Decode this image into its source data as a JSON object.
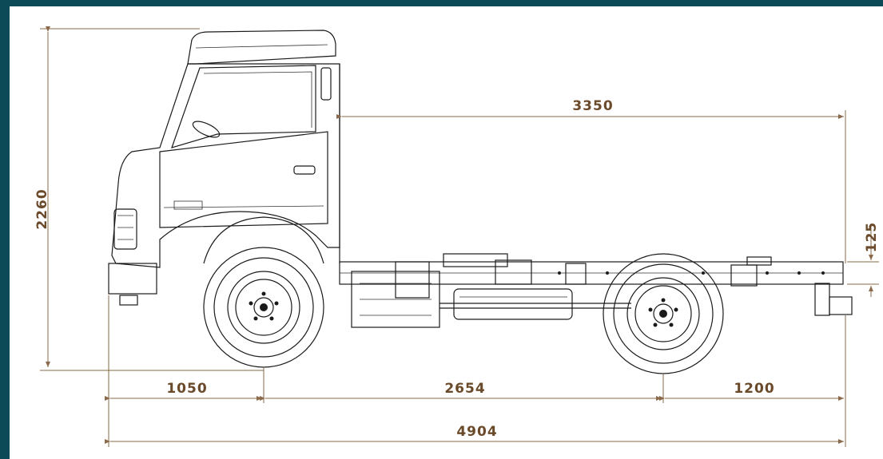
{
  "dimensions": {
    "overall_height": "2260",
    "cab_to_end": "3350",
    "frame_height": "125",
    "front_overhang": "1050",
    "wheelbase": "2654",
    "rear_overhang": "1200",
    "overall_length": "4904"
  },
  "colors": {
    "background": "#0d4a57",
    "canvas": "#ffffff",
    "dimension_line": "#8a6a4a",
    "dimension_text": "#6a4a2a",
    "drawing_ink": "#1a1a1a"
  }
}
